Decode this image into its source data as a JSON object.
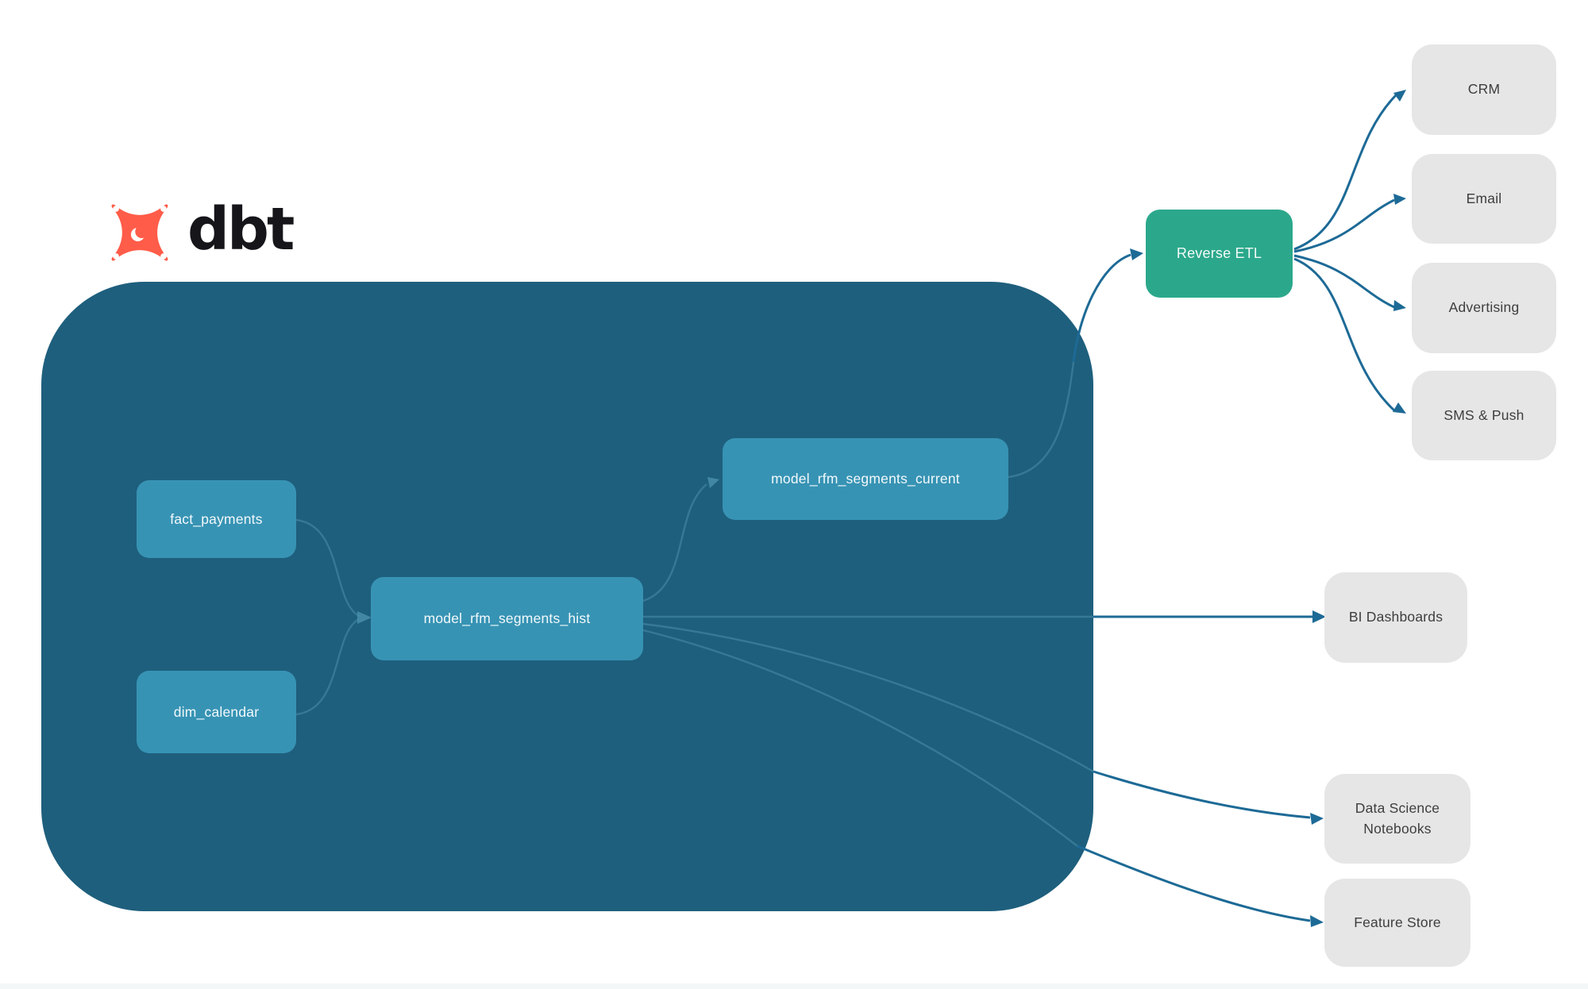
{
  "brand": {
    "wordmark": "dbt",
    "logo_icon": "dbt-star-icon",
    "logo_color": "#FF5C49"
  },
  "diagram": {
    "warehouse_group": {
      "nodes": {
        "fact_payments": "fact_payments",
        "dim_calendar": "dim_calendar",
        "hist": "model_rfm_segments_hist",
        "current": "model_rfm_segments_current"
      }
    },
    "reverse_etl": "Reverse ETL",
    "destinations": {
      "crm": "CRM",
      "email": "Email",
      "advertising": "Advertising",
      "sms_push": "SMS & Push",
      "bi_dashboards": "BI Dashboards",
      "ds_notebooks": "Data Science Notebooks",
      "feature_store": "Feature Store"
    },
    "edges": [
      {
        "from": "fact_payments",
        "to": "model_rfm_segments_hist"
      },
      {
        "from": "dim_calendar",
        "to": "model_rfm_segments_hist"
      },
      {
        "from": "model_rfm_segments_hist",
        "to": "model_rfm_segments_current"
      },
      {
        "from": "model_rfm_segments_current",
        "to": "Reverse ETL"
      },
      {
        "from": "Reverse ETL",
        "to": "CRM"
      },
      {
        "from": "Reverse ETL",
        "to": "Email"
      },
      {
        "from": "Reverse ETL",
        "to": "Advertising"
      },
      {
        "from": "Reverse ETL",
        "to": "SMS & Push"
      },
      {
        "from": "model_rfm_segments_hist",
        "to": "BI Dashboards"
      },
      {
        "from": "model_rfm_segments_hist",
        "to": "Data Science Notebooks"
      },
      {
        "from": "model_rfm_segments_hist",
        "to": "Feature Store"
      }
    ]
  },
  "colors": {
    "container": "#1E5F7D",
    "node_teal": "#3793B4",
    "node_green": "#2BA88B",
    "node_gray": "#E6E6E6",
    "edge_outer": "#1D6A96",
    "edge_inner": "#4E94B0",
    "logo_orange": "#FF5C49",
    "wordmark_black": "#15151a"
  }
}
